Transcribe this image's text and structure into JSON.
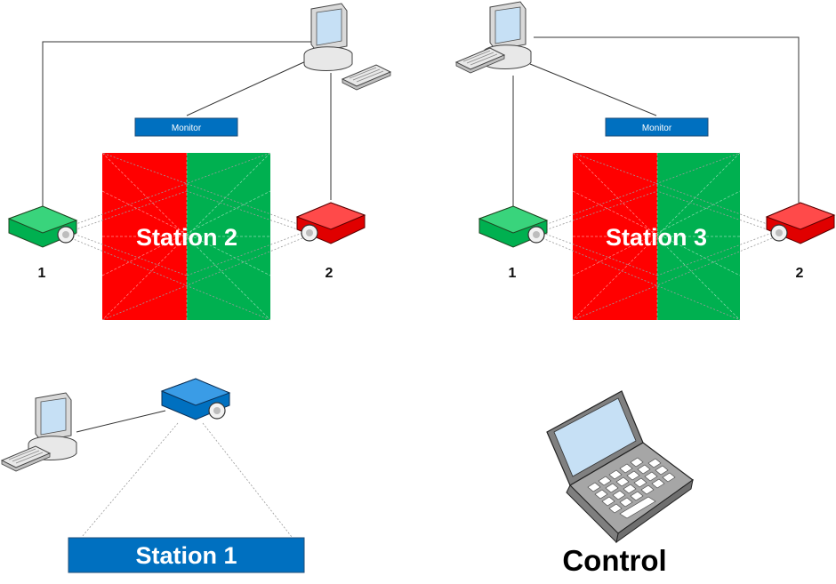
{
  "station2": {
    "name": "Station 2",
    "monitor_label": "Monitor",
    "projector_left_number": "1",
    "projector_right_number": "2"
  },
  "station3": {
    "name": "Station 3",
    "monitor_label": "Monitor",
    "projector_left_number": "1",
    "projector_right_number": "2"
  },
  "station1": {
    "name": "Station 1"
  },
  "control": {
    "label": "Control"
  },
  "colors": {
    "red": "#ff0000",
    "green": "#00b050",
    "blue": "#0070c0",
    "label_bg": "#0070c0"
  },
  "icons": [
    "workstation-icon",
    "keyboard-icon",
    "projector-icon",
    "laptop-icon"
  ]
}
